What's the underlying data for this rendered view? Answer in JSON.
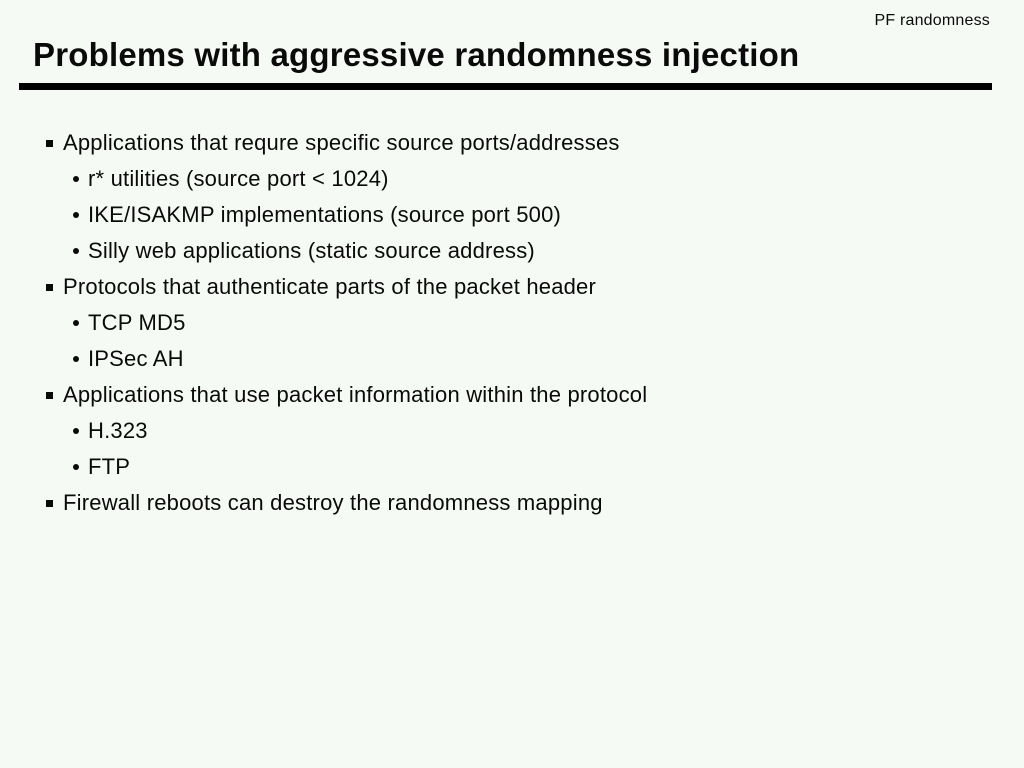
{
  "page": {
    "corner_label": "PF randomness",
    "title": "Problems with aggressive randomness injection",
    "background_color": "#f6faf5",
    "text_color": "#0a0a0a",
    "rule_color": "#000000"
  },
  "icons": {
    "level1_bullet": "square-bullet-icon",
    "level2_bullet": "round-bullet-icon"
  },
  "content": {
    "items": [
      {
        "level": 1,
        "text": "Applications that requre specific source ports/addresses"
      },
      {
        "level": 2,
        "text": "r* utilities (source port < 1024)"
      },
      {
        "level": 2,
        "text": "IKE/ISAKMP implementations (source port 500)"
      },
      {
        "level": 2,
        "text": "Silly web applications (static source address)"
      },
      {
        "level": 1,
        "text": "Protocols that authenticate parts of the packet header"
      },
      {
        "level": 2,
        "text": "TCP MD5"
      },
      {
        "level": 2,
        "text": "IPSec AH"
      },
      {
        "level": 1,
        "text": "Applications that use packet information within the protocol"
      },
      {
        "level": 2,
        "text": "H.323"
      },
      {
        "level": 2,
        "text": "FTP"
      },
      {
        "level": 1,
        "text": "Firewall reboots can destroy the randomness mapping"
      }
    ]
  }
}
